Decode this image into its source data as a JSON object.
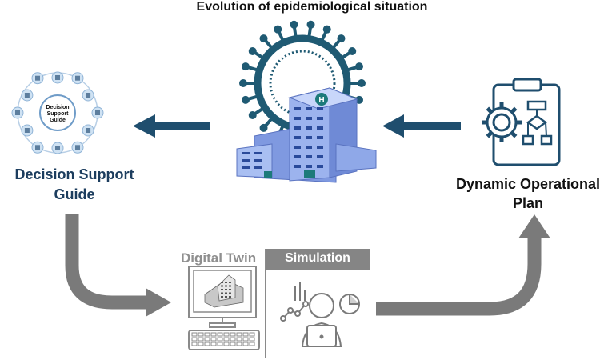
{
  "title": "Evolution of epidemiological situation",
  "decision_support": {
    "label": "Decision Support Guide",
    "hub_text": [
      "Decision",
      "Support",
      "Guide"
    ]
  },
  "operational_plan": {
    "label": "Dynamic Operational Plan"
  },
  "digital_twin": {
    "label": "Digital Twin"
  },
  "simulation": {
    "label": "Simulation"
  },
  "colors": {
    "arrow_blue": "#1f4e6e",
    "arrow_gray": "#7a7a7a",
    "hospital": "#8fa8e8",
    "virus": "#1f5a73",
    "label_blue": "#1c3d5e"
  }
}
